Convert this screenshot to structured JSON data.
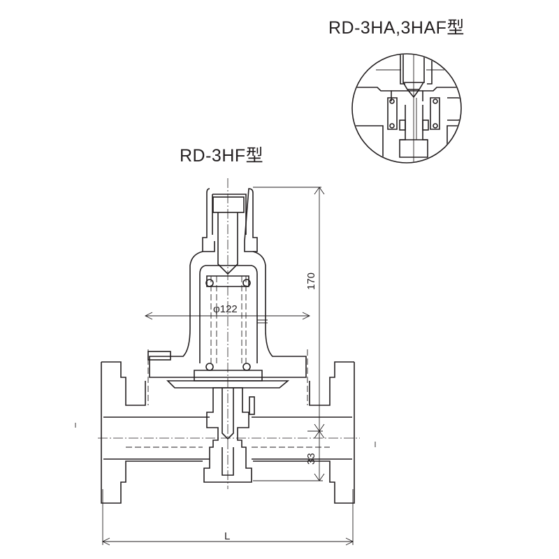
{
  "titles": {
    "detail_model": "RD-3HA,3HAF型",
    "main_model": "RD-3HF型"
  },
  "dimensions": {
    "height": "170",
    "diameter": "φ122",
    "inlet_offset": "33",
    "length": "L"
  }
}
